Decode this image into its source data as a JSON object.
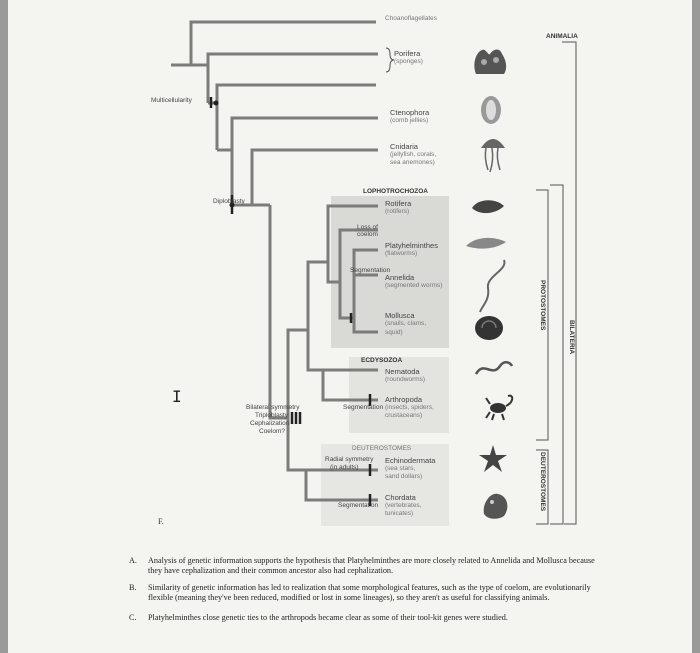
{
  "tree": {
    "choanoflagellates": "Choanoflagellates",
    "animalia": "ANIMALIA",
    "porifera": "Porifera",
    "porifera_common": "(sponges)",
    "multicellularity": "Multicellularity",
    "ctenophora": "Ctenophora",
    "ctenophora_common": "(comb jellies)",
    "cnidaria": "Cnidaria",
    "cnidaria_common_1": "(jellyfish, corals,",
    "cnidaria_common_2": "sea anemones)",
    "diploblasty": "Diploblasty",
    "lophotrochozoa": "LOPHOTROCHOZOA",
    "rotifera": "Rotifera",
    "rotifera_common": "(rotifers)",
    "loss_of_coelom_1": "Loss of",
    "loss_of_coelom_2": "coelom",
    "platyhelminthes": "Platyhelminthes",
    "platyhelminthes_common": "(flatworms)",
    "segmentation_1": "Segmentation",
    "annelida": "Annelida",
    "annelida_common": "(segmented worms)",
    "mollusca": "Mollusca",
    "mollusca_common_1": "(snails, clams,",
    "mollusca_common_2": "squid)",
    "ecdysozoa": "ECDYSOZOA",
    "nematoda": "Nematoda",
    "nematoda_common": "(roundworms)",
    "bilateral_1": "Bilateral symmetry",
    "bilateral_2": "Triploblasty",
    "bilateral_3": "Cephalization",
    "bilateral_4": "Coelom?",
    "arthropoda": "Arthropoda",
    "segmentation_2": "Segmentation",
    "arthropoda_common_1": "(insects, spiders,",
    "arthropoda_common_2": "crustaceans)",
    "deuterostomes_label": "DEUTEROSTOMES",
    "radial_1": "Radial symmetry",
    "radial_2": "(in adults)",
    "echinodermata": "Echinodermata",
    "echinodermata_common_1": "(sea stars,",
    "echinodermata_common_2": "sand dollars)",
    "chordata": "Chordata",
    "segmentation_3": "Segmentation",
    "chordata_common_1": "(vertebrates,",
    "chordata_common_2": "tunicates)",
    "bilateria": "BILATERIA",
    "protostomes": "PROTOSTOMES",
    "deuterostomes_side": "DEUTEROSTOMES"
  },
  "figure_label": "F.",
  "questions": [
    {
      "letter": "A.",
      "text": "Analysis of genetic information supports the hypothesis that Platyhelminthes are more closely related to Annelida and Mollusca because they have cephalization and their common ancestor also had cephalization."
    },
    {
      "letter": "B.",
      "text": "Similarity of genetic information has led to realization that some morphological features, such as the type of coelom, are evolutionarily flexible (meaning they've been reduced, modified or lost in some lineages), so they aren't as useful for classifying animals."
    },
    {
      "letter": "C.",
      "text": "Platyhelminthes close genetic ties to the arthropods became clear as some of their tool-kit genes were studied."
    }
  ],
  "colors": {
    "lophotrochozoa_shade": "#d9d9d6",
    "ecdysozoa_shade": "#e3e3e0",
    "deuterostome_shade": "#e6e6e3",
    "branch": "#7c7c7a"
  }
}
